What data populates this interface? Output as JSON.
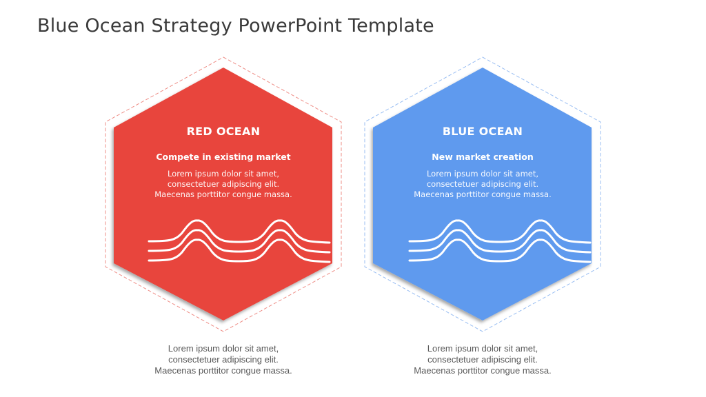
{
  "title": "Blue Ocean Strategy PowerPoint Template",
  "colors": {
    "red": "#e8453c",
    "blue": "#5f9aee",
    "red_dash": "#ee8d86",
    "blue_dash": "#98bdf2",
    "caption": "#595959"
  },
  "panels": [
    {
      "heading": "RED OCEAN",
      "subheading": "Compete in existing market",
      "body": "Lorem ipsum dolor sit amet, consectetuer adipiscing elit. Maecenas porttitor congue massa.",
      "icon": "waves-icon",
      "caption": "Lorem ipsum dolor sit amet, consectetuer adipiscing elit. Maecenas porttitor congue massa."
    },
    {
      "heading": "BLUE OCEAN",
      "subheading": "New market creation",
      "body": "Lorem ipsum dolor sit amet, consectetuer adipiscing elit. Maecenas porttitor congue massa.",
      "icon": "waves-icon",
      "caption": "Lorem ipsum dolor sit amet, consectetuer adipiscing elit. Maecenas porttitor congue massa."
    }
  ]
}
